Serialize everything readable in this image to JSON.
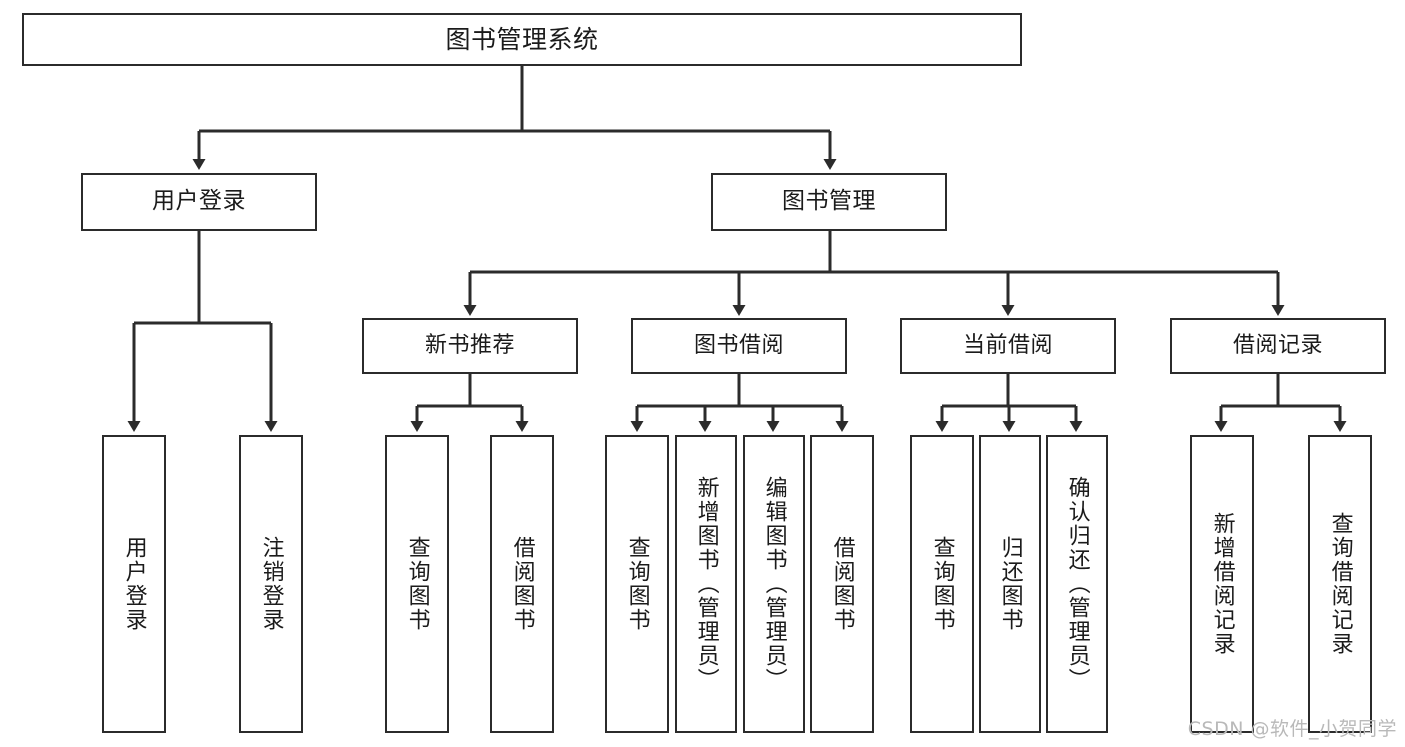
{
  "diagram": {
    "title": "图书管理系统",
    "watermark": "CSDN @软件_小贺同学",
    "colors": {
      "stroke": "#2b2b2b",
      "fill": "#ffffff",
      "text": "#1b1b1b",
      "watermark": "#b9b9b9"
    },
    "nodes": {
      "root": "图书管理系统",
      "level1": [
        "用户登录",
        "图书管理"
      ],
      "level2": [
        "新书推荐",
        "图书借阅",
        "当前借阅",
        "借阅记录"
      ],
      "leaves": {
        "user_login": [
          "用户登录",
          "注销登录"
        ],
        "new_book_recommend": [
          "查询图书",
          "借阅图书"
        ],
        "book_borrow": [
          "查询图书",
          "新增图书（管理员）",
          "编辑图书（管理员）",
          "借阅图书"
        ],
        "current_borrow": [
          "查询图书",
          "归还图书",
          "确认归还（管理员）"
        ],
        "borrow_record": [
          "新增借阅记录",
          "查询借阅记录"
        ]
      }
    }
  }
}
